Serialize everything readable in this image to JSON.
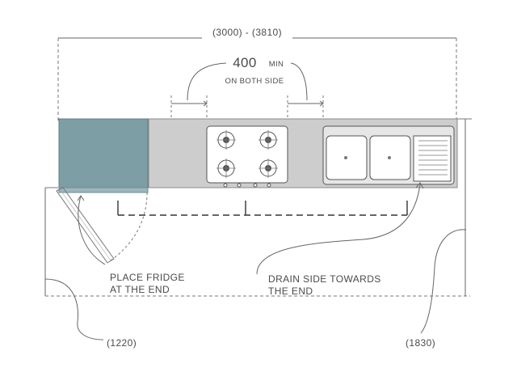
{
  "dimensions": {
    "total_width": "(3000) - (3810)",
    "clearance_value": "400",
    "clearance_unit": "MIN",
    "clearance_note": "ON BOTH SIDE",
    "left_depth": "(1220)",
    "right_depth": "(1830)"
  },
  "annotations": {
    "fridge_line1": "PLACE FRIDGE",
    "fridge_line2": "AT THE END",
    "drain_line1": "DRAIN SIDE TOWARDS",
    "drain_line2": "THE END"
  },
  "colors": {
    "fridge": "#7e9ea6",
    "counter": "#cdcdcd",
    "counter_edge": "#8a8a8a",
    "line": "#555555",
    "appliance": "#ffffff"
  }
}
